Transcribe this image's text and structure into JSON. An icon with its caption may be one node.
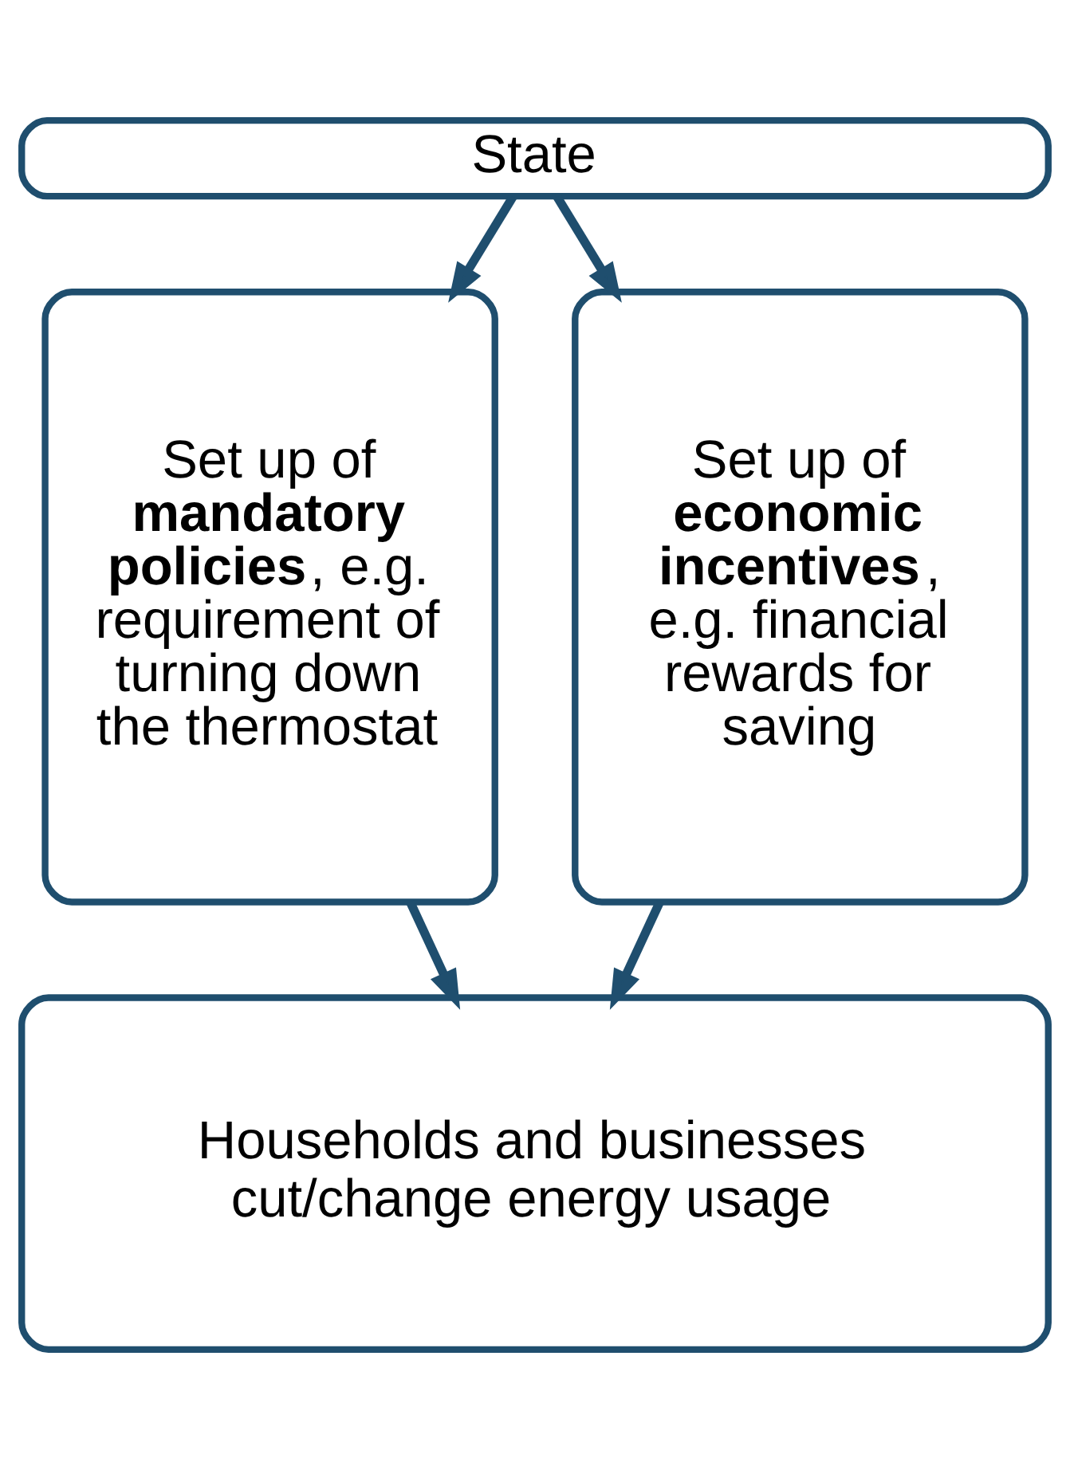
{
  "diagram": {
    "nodes": [
      {
        "text": [
          "State"
        ]
      },
      {
        "text": [
          "Set up of **mandatory policies**, e.g. requirement of turning down the thermostat"
        ]
      },
      {
        "text": [
          "Set up of **economic incentives**, e.g. financial rewards for saving"
        ]
      },
      {
        "text": [
          "Households and businesses cut/change energy usage"
        ]
      }
    ],
    "edges": [
      {
        "from": 0,
        "to": 1,
        "arrow": "to"
      },
      {
        "from": 0,
        "to": 2,
        "arrow": "to"
      },
      {
        "from": 1,
        "to": 3,
        "arrow": "to"
      },
      {
        "from": 2,
        "to": 3,
        "arrow": "to"
      }
    ]
  }
}
